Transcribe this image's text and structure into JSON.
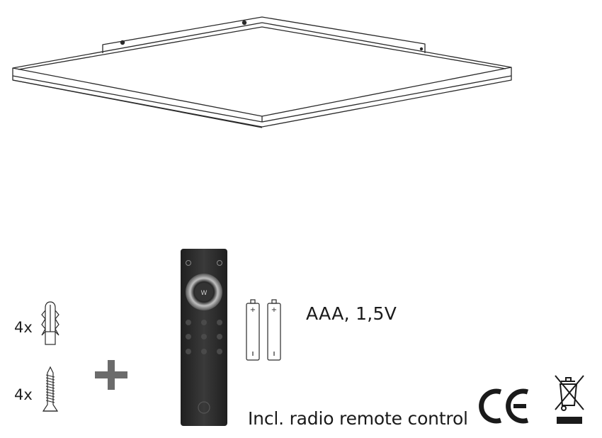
{
  "parts": {
    "dowel_qty": "4x",
    "screw_qty": "4x"
  },
  "battery": {
    "spec": "AAA, 1,5V"
  },
  "caption": "Incl. radio remote control",
  "icons": {
    "panel": "ceiling-panel-light",
    "dowel": "wall-plug-dowel",
    "screw": "screw",
    "plus": "plus-sign",
    "remote": "radio-remote-control",
    "battery": "aaa-battery",
    "ce": "ce-mark",
    "weee": "crossed-out-wheelie-bin"
  },
  "colors": {
    "line": "#2a2a2a",
    "remote_body": "#2b2b2b",
    "plus": "#6b6b6b"
  }
}
